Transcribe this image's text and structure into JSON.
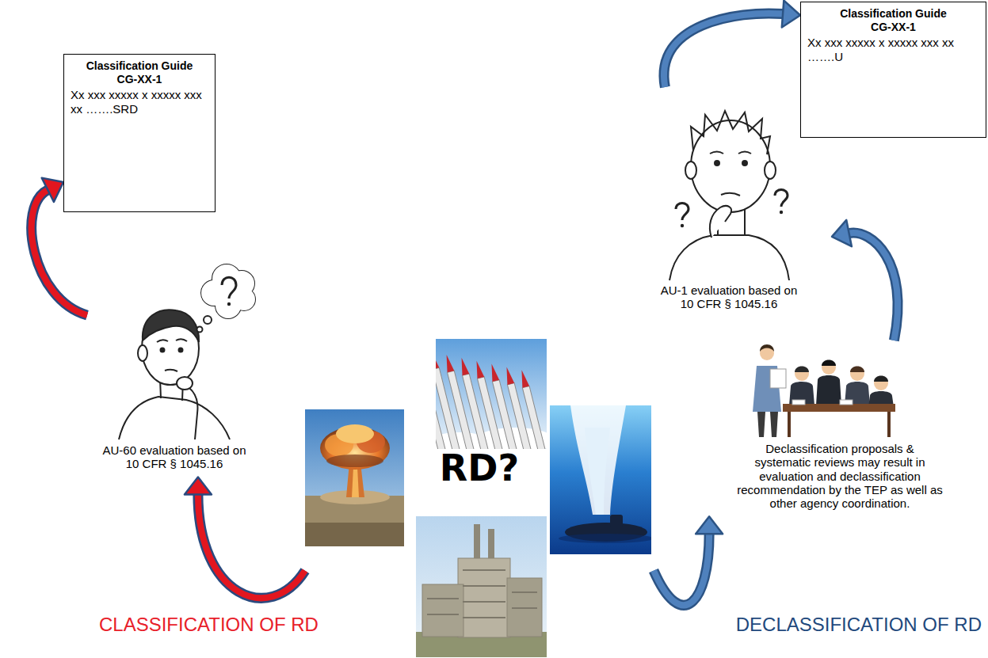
{
  "diagram": {
    "nodes": [
      {
        "text": [
          "Classification Guide CG-XX-1",
          "Xx xxx xxxxx x xxxxx xxx xx …….SRD"
        ]
      },
      {
        "text": [
          "Classification Guide CG-XX-1",
          "Xx xxx xxxxx x xxxxx xxx xx …….U"
        ]
      },
      {
        "text": [
          "AU-1 evaluation based on 10 CFR § 1045.16"
        ]
      },
      {
        "text": [
          "AU-60 evaluation based on 10 CFR § 1045.16"
        ]
      },
      {
        "text": [
          "RD?"
        ]
      },
      {
        "text": [
          "Declassification proposals & systematic reviews may result in evaluation and declassification recommendation by the TEP as well as other agency coordination."
        ]
      }
    ],
    "edges": [
      {
        "from": 4,
        "to": 3,
        "arrow": "to"
      },
      {
        "from": 3,
        "to": 0,
        "arrow": "to"
      },
      {
        "from": 4,
        "to": 5,
        "arrow": "to"
      },
      {
        "from": 5,
        "to": 2,
        "arrow": "to"
      },
      {
        "from": 2,
        "to": 1,
        "arrow": "to"
      }
    ],
    "labels": [
      "CLASSIFICATION OF RD",
      "DECLASSIFICATION OF RD"
    ]
  }
}
